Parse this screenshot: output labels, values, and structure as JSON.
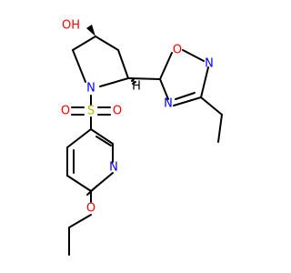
{
  "molecule": {
    "colors": {
      "carbon": "#000000",
      "oxygen": "#ff0000",
      "nitrogen": "#0000ff",
      "sulfur": "#b8b800"
    },
    "atoms": {
      "oh": "OH",
      "n_pyrrolidine": "N",
      "s": "S",
      "o_sulfonyl_left": "O",
      "o_sulfonyl_right": "O",
      "o_oxadiazole": "O",
      "n_oxadiazole_right": "N",
      "n_oxadiazole_bottom": "N",
      "n_pyridine": "N",
      "o_ether": "O",
      "h_stereo": "H"
    }
  }
}
